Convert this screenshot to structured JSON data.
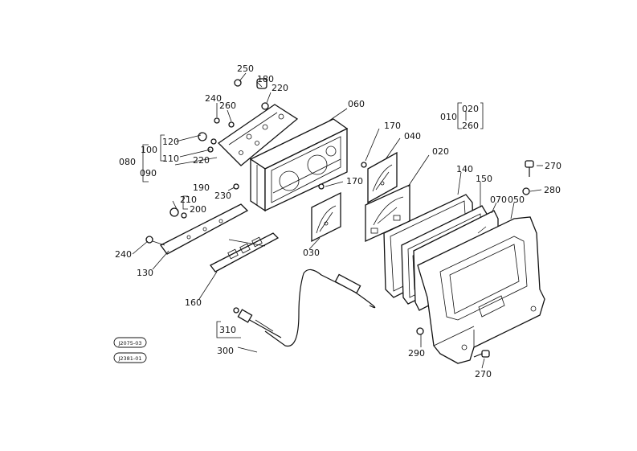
{
  "labels": {
    "l250": "250",
    "l180": "180",
    "l220a": "220",
    "l240a": "240",
    "l260a": "260",
    "l060": "060",
    "l120": "120",
    "l100": "100",
    "l110": "110",
    "l080": "080",
    "l220b": "220",
    "l090": "090",
    "l170a": "170",
    "l040": "040",
    "l020a": "020",
    "l010": "010",
    "l020b": "020",
    "l260b": "260",
    "l190": "190",
    "l210": "210",
    "l200": "200",
    "l230": "230",
    "l170b": "170",
    "l140": "140",
    "l150": "150",
    "l070": "070",
    "l050": "050",
    "l270a": "270",
    "l280": "280",
    "l240b": "240",
    "l130": "130",
    "l030": "030",
    "l160": "160",
    "l310": "310",
    "l300": "300",
    "l290": "290",
    "l270b": "270"
  },
  "refs": {
    "ref1": "J2075-03",
    "ref2": "J2381-01"
  }
}
